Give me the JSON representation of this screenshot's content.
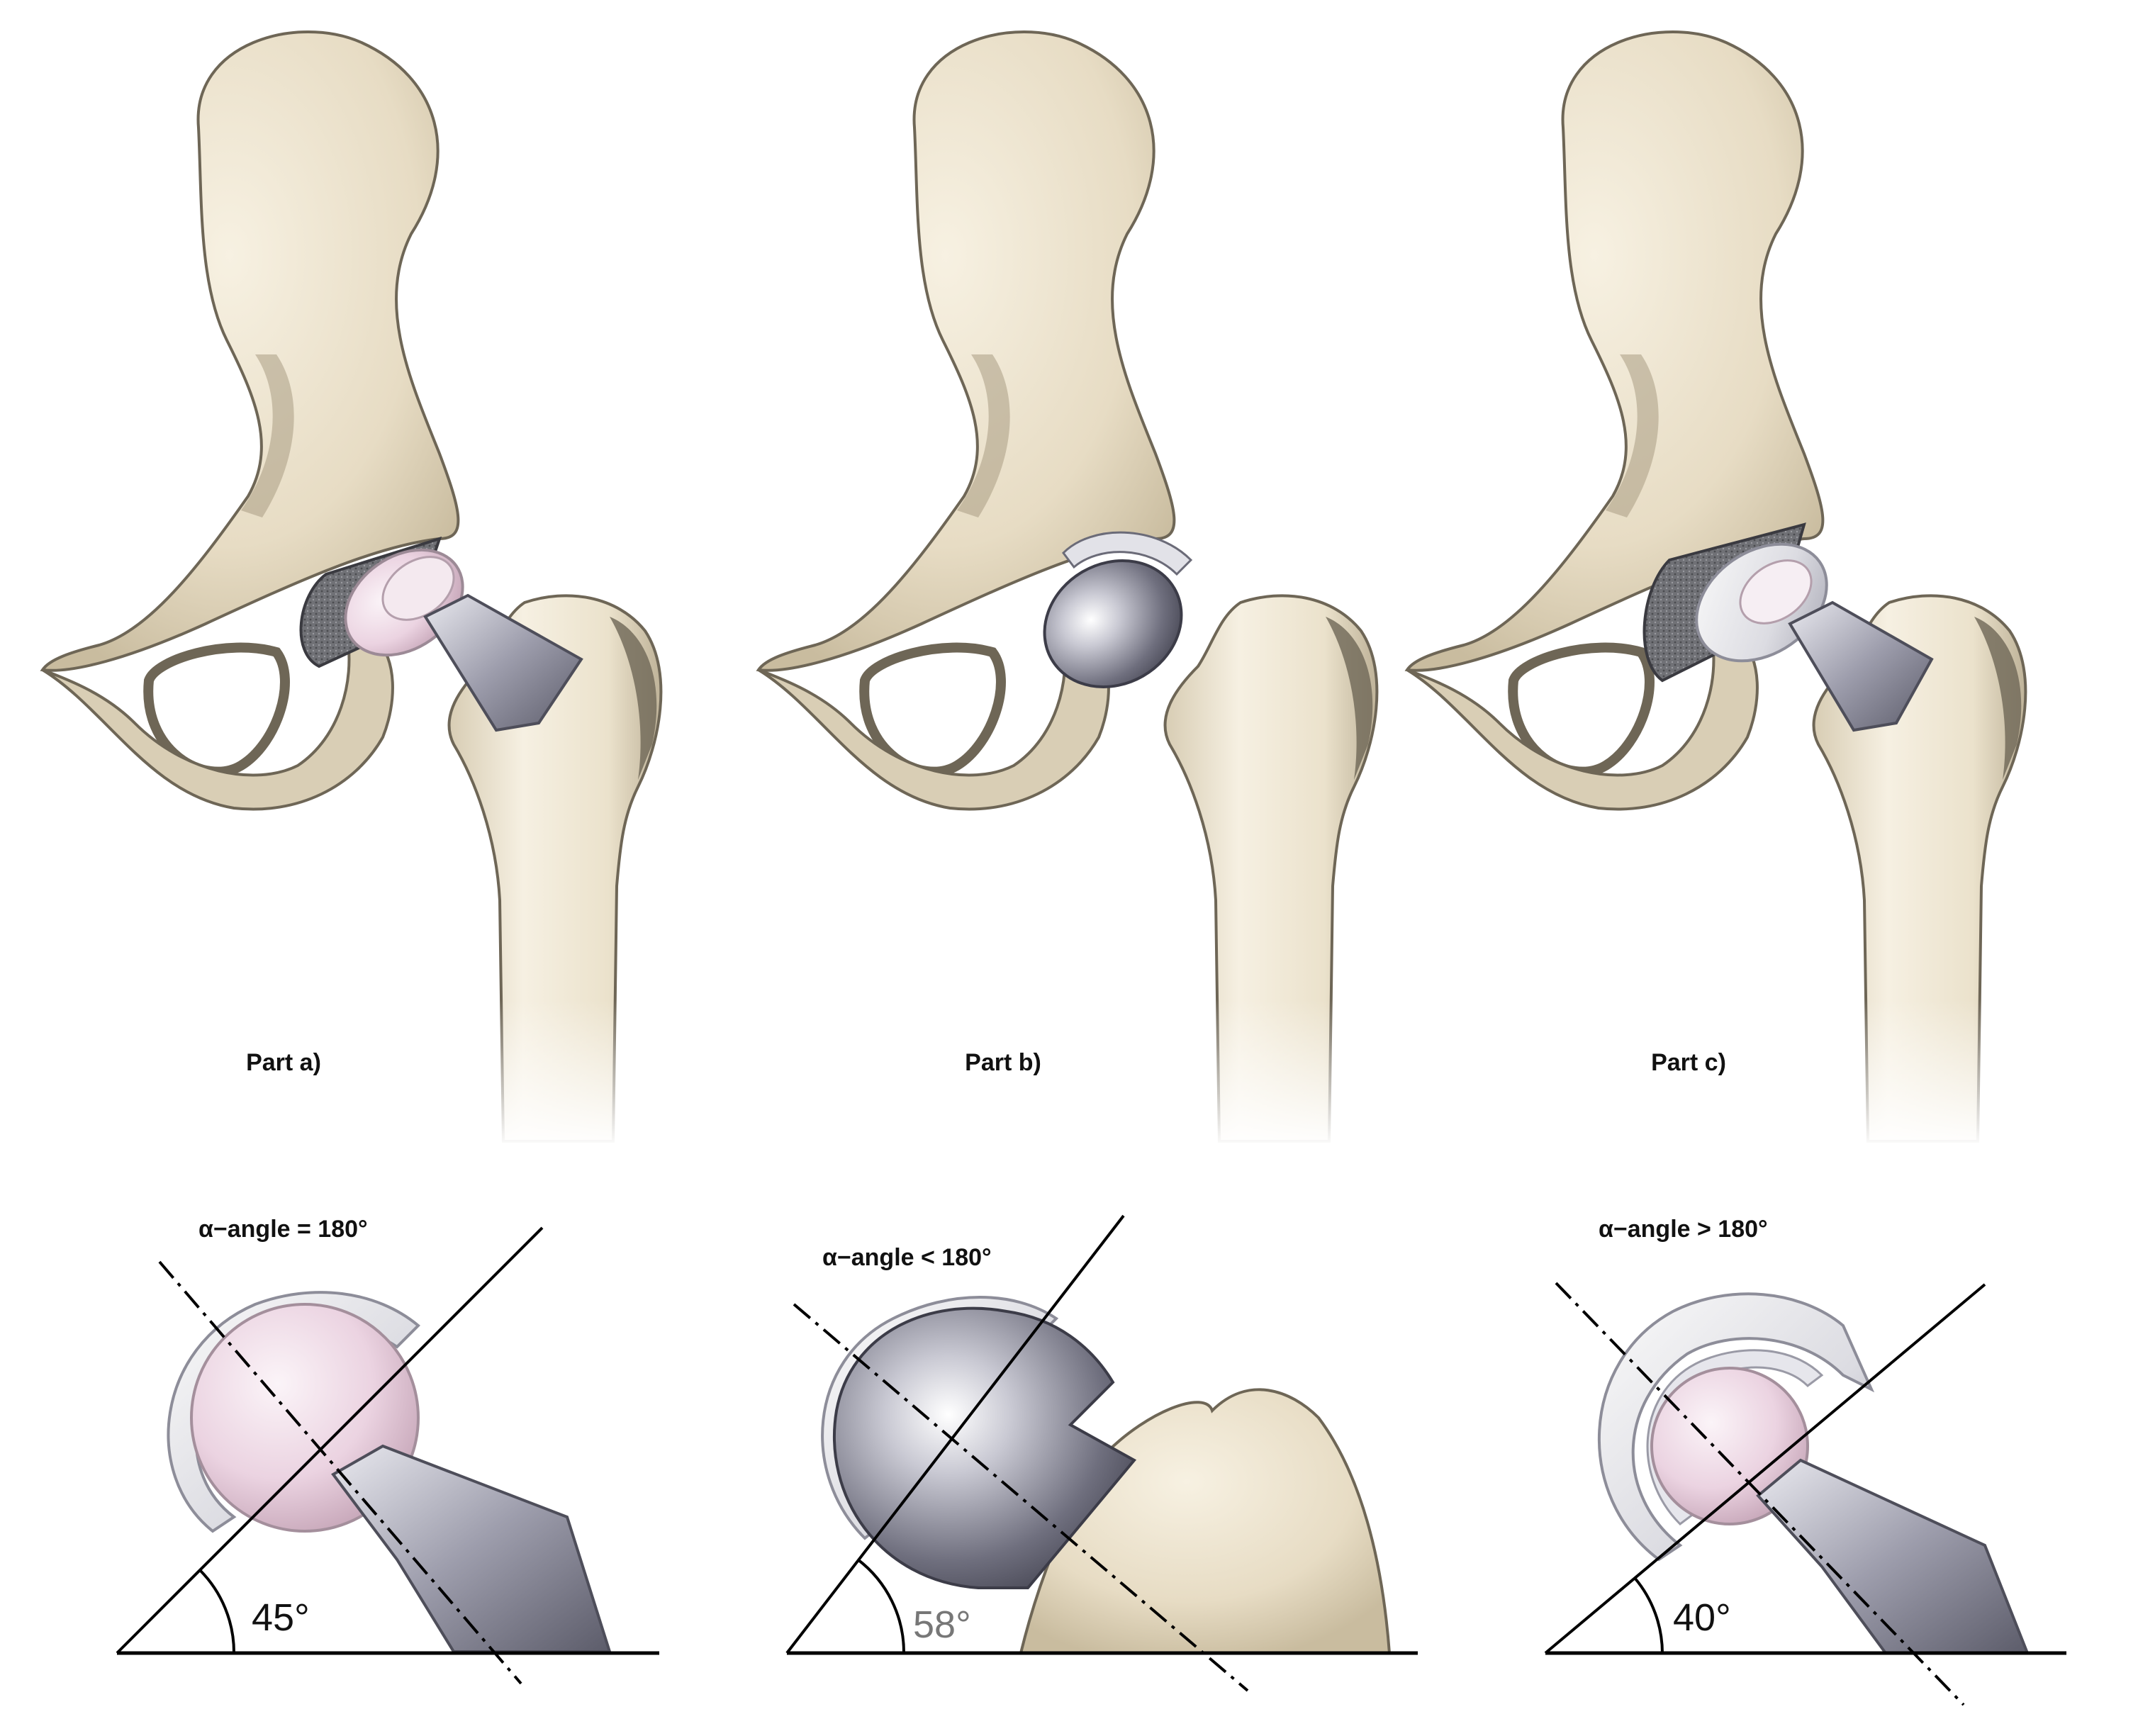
{
  "panels": [
    {
      "part_label": "Part a)",
      "alpha_label": "α−angle = 180°",
      "inclination": "45°"
    },
    {
      "part_label": "Part b)",
      "alpha_label": "α−angle < 180°",
      "inclination": "58°"
    },
    {
      "part_label": "Part c)",
      "alpha_label": "α−angle > 180°",
      "inclination": "40°"
    }
  ],
  "colors": {
    "bone": "#ece2cc",
    "bone_shadow": "#6e6656",
    "liner_pink": "#ead6e2",
    "shell_porous": "#77787c",
    "metal": "#b9b9c6",
    "metal_dark": "#5f5f6e"
  }
}
